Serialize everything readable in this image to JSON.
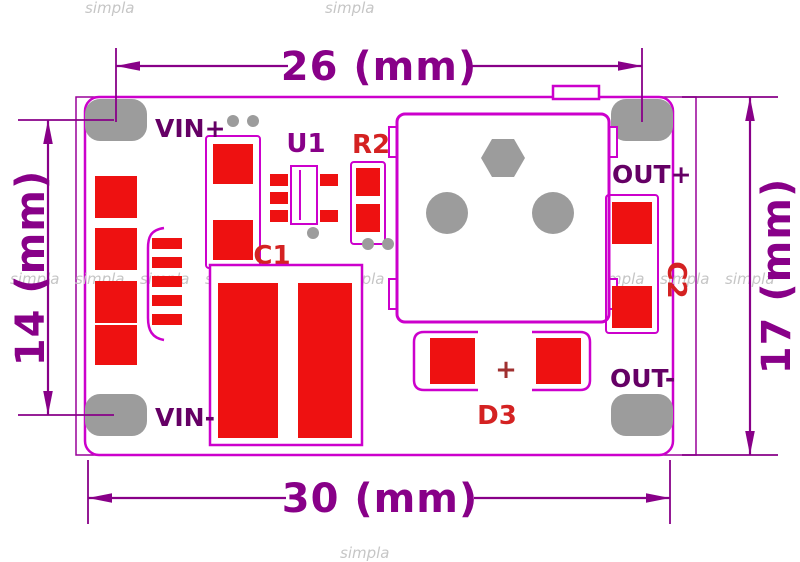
{
  "diagram": {
    "watermark": "simpla",
    "dims": {
      "top": "26 (mm)",
      "bottom": "30 (mm)",
      "left": "14 (mm)",
      "right": "17 (mm)"
    },
    "pins": {
      "vin_plus": "VIN+",
      "vin_minus": "VIN-",
      "out_plus": "OUT+",
      "out_minus": "OUT-"
    },
    "refs": {
      "u1": "U1",
      "r2": "R2",
      "c1": "C1",
      "c2": "C2",
      "d3": "D3",
      "d3_polarity": "+"
    },
    "colors": {
      "dimension": "#880088",
      "board_outline": "#cc00cc",
      "pad_red": "#ee1111",
      "pad_gray": "#9c9c9c",
      "pin_label": "#650065",
      "ref_red": "#d42222",
      "watermark": "#c6c6c6"
    }
  }
}
